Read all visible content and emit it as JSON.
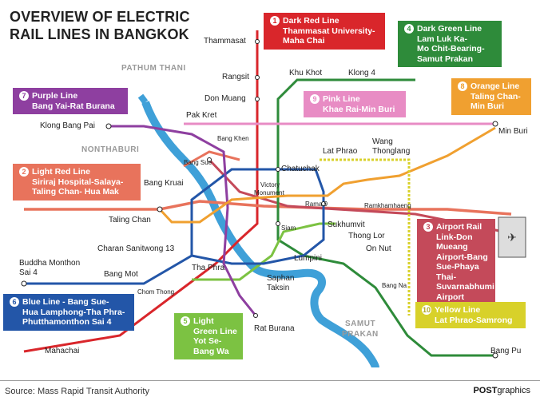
{
  "title": {
    "line1": "OVERVIEW OF ELECTRIC",
    "line2": "RAIL LINES IN BANGKOK"
  },
  "areas": {
    "pathum_thani": "PATHUM THANI",
    "nonthaburi": "NONTHABURI",
    "samut_prakan_1": "SAMUT",
    "samut_prakan_2": "PRAKAN"
  },
  "lines": {
    "dark_red": {
      "num": "1",
      "name": "Dark Red Line",
      "route": [
        "Thammasat University-",
        "Maha Chai"
      ],
      "color": "#d9262b"
    },
    "light_red": {
      "num": "2",
      "name": "Light Red Line",
      "route": [
        "Siriraj Hospital-Salaya-",
        "Taling Chan- Hua Mak"
      ],
      "color": "#e8735c"
    },
    "airport": {
      "num": "3",
      "name": "Airport Rail",
      "route": [
        "Link-Don Mueang",
        "Airport-Bang",
        "Sue-Phaya Thai-",
        "Suvarnabhumi",
        "Airport"
      ],
      "color": "#c44a5a"
    },
    "dark_green": {
      "num": "4",
      "name": "Dark Green Line",
      "route": [
        "Lam Luk Ka-",
        "Mo Chit-Bearing-",
        "Samut Prakan"
      ],
      "color": "#2e8b3a"
    },
    "light_green": {
      "num": "5",
      "name": "Light",
      "route": [
        "Green Line",
        "Yot Se-",
        "Bang Wa"
      ],
      "color": "#7cc242"
    },
    "blue": {
      "num": "6",
      "name": "Blue Line - Bang Sue-",
      "route": [
        "Hua Lamphong-Tha Phra-",
        "Phutthamonthon Sai 4"
      ],
      "color": "#2356a8"
    },
    "purple": {
      "num": "7",
      "name": "Purple Line",
      "route": [
        "Bang Yai-Rat Burana"
      ],
      "color": "#8e3fa0"
    },
    "orange": {
      "num": "8",
      "name": "Orange Line",
      "route": [
        "Taling Chan-",
        "Min Buri"
      ],
      "color": "#f0a030"
    },
    "pink": {
      "num": "9",
      "name": "Pink Line",
      "route": [
        "Khae Rai-Min Buri"
      ],
      "color": "#e88cc4"
    },
    "yellow": {
      "num": "10",
      "name": "Yellow Line",
      "route": [
        "Lat Phrao-Samrong"
      ],
      "color": "#d8d12a"
    }
  },
  "river_color": "#3fa0d8",
  "stations": {
    "thammasat": "Thammasat",
    "rangsit": "Rangsit",
    "khu_khot": "Khu Khot",
    "klong4": "Klong 4",
    "don_muang": "Don Muang",
    "pak_kret": "Pak Kret",
    "klong_bang_pai": "Klong Bang Pai",
    "bang_khen": "Bang Khen",
    "min_buri": "Min Buri",
    "lat_phrao": "Lat Phrao",
    "wang_thonglang_1": "Wang",
    "wang_thonglang_2": "Thonglang",
    "bang_sue": "Bang Sue",
    "chatuchak": "Chatuchak",
    "bang_kruai": "Bang Kruai",
    "victory_1": "Victory",
    "victory_2": "Monument",
    "rama9": "Rama 9",
    "ramkhamhaeng": "Ramkhamhaeng",
    "taling_chan": "Taling Chan",
    "siam": "Siam",
    "sukhumvit": "Sukhumvit",
    "thong_lor": "Thong Lor",
    "on_nut": "On Nut",
    "charan": "Charan Sanitwong 13",
    "lumpini": "Lumpini",
    "buddha_1": "Buddha Monthon",
    "buddha_2": "Sai 4",
    "bang_mot": "Bang Mot",
    "tha_phra": "Tha Phra",
    "saphan_1": "Saphan",
    "saphan_2": "Taksin",
    "chom_thong": "Chom Thong",
    "bang_na": "Bang Na",
    "rat_burana": "Rat Burana",
    "mahachai": "Mahachai",
    "bang_pu": "Bang Pu"
  },
  "footer": {
    "source": "Source: Mass Rapid Transit Authority",
    "brand_bold": "POST",
    "brand_rest": "graphics"
  }
}
